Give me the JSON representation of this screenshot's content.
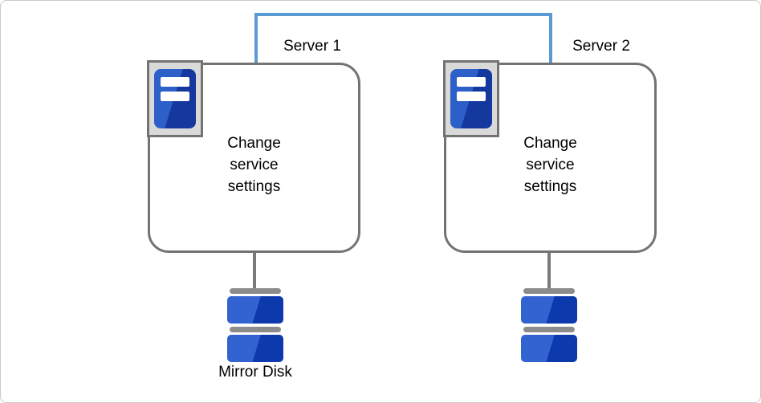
{
  "colors": {
    "connector_blue": "#5B9BD5",
    "box_border_gray": "#737373",
    "icon_frame_fill": "#D9D9D9",
    "tower_blue_light": "#2D5FC8",
    "tower_blue_dark": "#14389E",
    "disk_blue_light": "#3363D0",
    "disk_blue_dark": "#0C3AAD",
    "disk_cap_gray": "#8C8C8C",
    "link_gray": "#7A7A7A",
    "frame_border": "#C9C9C9",
    "text_color": "#000000"
  },
  "nodes": {
    "server1": {
      "title": "Server 1",
      "lines": [
        "Change",
        "service",
        "settings"
      ],
      "icon": "tower-server-icon"
    },
    "server2": {
      "title": "Server 2",
      "lines": [
        "Change",
        "service",
        "settings"
      ],
      "icon": "tower-server-icon"
    },
    "disk1": {
      "label": "Mirror Disk",
      "icon": "disk-icon"
    },
    "disk2": {
      "icon": "disk-icon"
    }
  }
}
